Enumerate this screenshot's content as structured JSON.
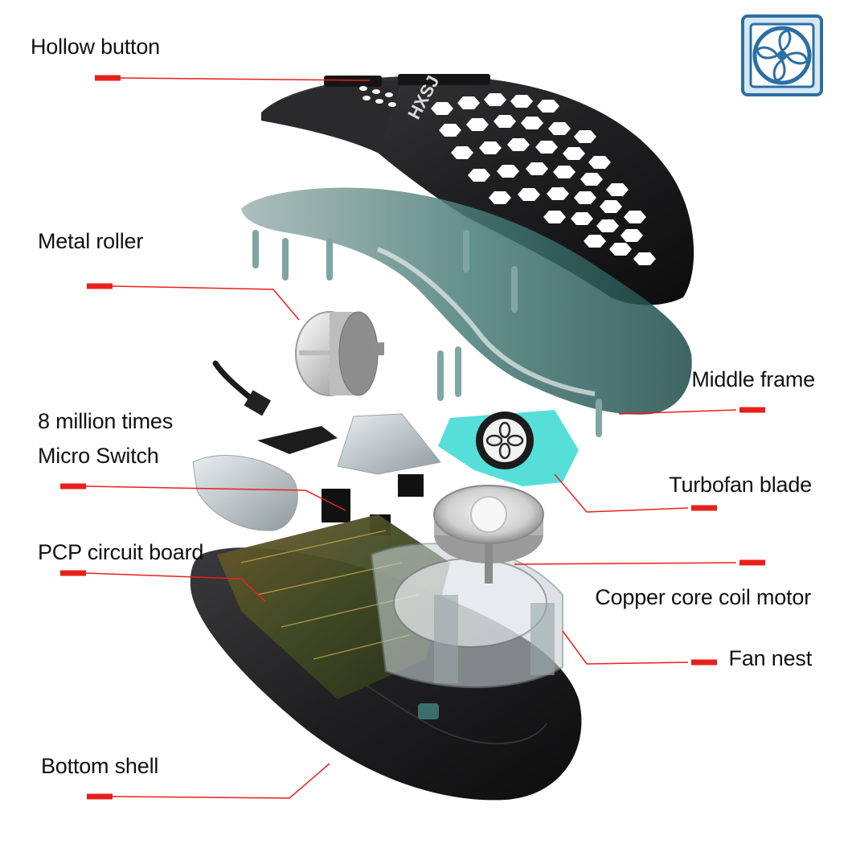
{
  "labels": {
    "hollow_button": "Hollow button",
    "metal_roller": "Metal roller",
    "micro_switch_line1": "8 million times",
    "micro_switch_line2": "Micro Switch",
    "circuit_board": "PCP circuit board",
    "bottom_shell": "Bottom shell",
    "middle_frame": "Middle frame",
    "turbofan_blade": "Turbofan blade",
    "coil_motor": "Copper core coil motor",
    "fan_nest": "Fan nest"
  },
  "brand_logo": "HXSJ",
  "colors": {
    "leader_line": "#e8201c",
    "marker": "#e8201c",
    "shell": "#1e1e20",
    "frame_tint": "#2f6e6a",
    "fan_blade": "#38d8d2",
    "badge_stroke": "#2c6fa3",
    "badge_fill": "#d6e8f3"
  },
  "icons": {
    "badge": "fan-icon"
  }
}
